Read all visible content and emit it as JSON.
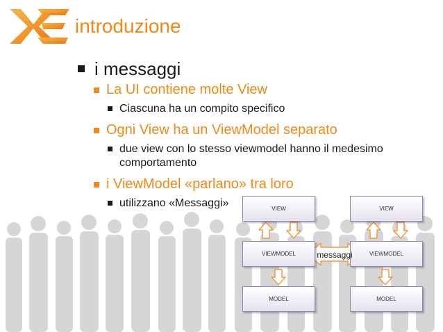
{
  "slide": {
    "title": "introduzione",
    "bullets": {
      "main": "i messaggi",
      "s1": "La UI contiene molte View",
      "s1a": "Ciascuna ha un compito specifico",
      "s2": "Ogni View ha un ViewModel separato",
      "s2a_line1": "due view con lo stesso viewmodel hanno il medesimo",
      "s2a_line2": "comportamento",
      "s3": "i ViewModel «parlano» tra loro",
      "s3a": "utilizzano «Messaggi»"
    }
  },
  "diagram": {
    "left": {
      "view": "VIEW",
      "viewmodel": "VIEWMODEL",
      "model": "MODEL"
    },
    "right": {
      "view": "VIEW",
      "viewmodel": "VIEWMODEL",
      "model": "MODEL"
    },
    "message_label": "messaggi"
  },
  "colors": {
    "accent": "#ef8a17",
    "text": "#1a1a1a",
    "box_border": "#8f86b5",
    "silhouette": "#d4d4d4"
  },
  "icons": {
    "logo": "xe-logo-icon",
    "arrow": "hollow-arrow-icon"
  }
}
